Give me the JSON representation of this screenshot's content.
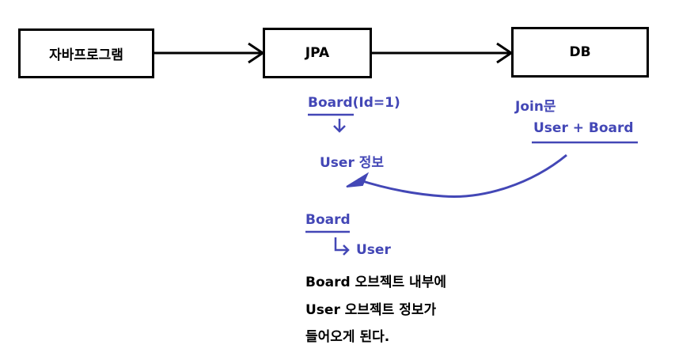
{
  "boxes": {
    "program": "자바프로그램",
    "jpa": "JPA",
    "db": "DB"
  },
  "jpa_note": {
    "board_id": "Board(Id=1)",
    "user_info": "User 정보"
  },
  "db_note": {
    "join": "Join문",
    "user_board": "User + Board"
  },
  "structure": {
    "board": "Board",
    "user": "User"
  },
  "explanation": {
    "line1": "Board 오브젝트 내부에",
    "line2": "User 오브젝트 정보가",
    "line3": "들어오게 된다."
  },
  "colors": {
    "ink": "#000000",
    "annotation": "#4347b6"
  }
}
